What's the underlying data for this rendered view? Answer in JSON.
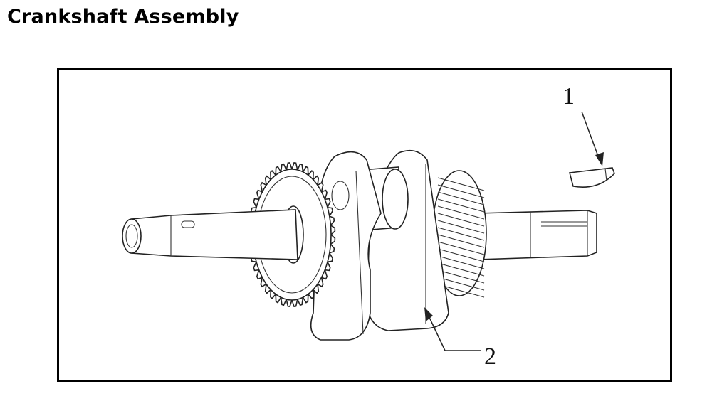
{
  "title": "Crankshaft Assembly",
  "diagram": {
    "callouts": [
      {
        "number": "1"
      },
      {
        "number": "2"
      }
    ]
  }
}
